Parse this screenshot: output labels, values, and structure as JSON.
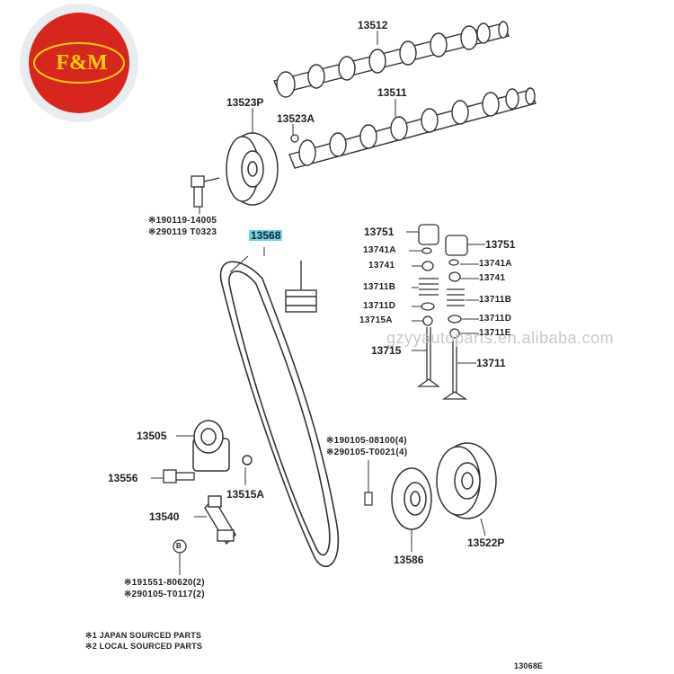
{
  "logo": {
    "text": "F&M"
  },
  "watermark": "gzyyautoparts.en.alibaba.com",
  "parts": {
    "camshaft_1": "13512",
    "camshaft_2": "13511",
    "cam_pulley": "13523P",
    "cam_pin": "13523A",
    "bolt_a": "※190119-14005",
    "bolt_b": "※290119 T0323",
    "timing_belt": "13568",
    "lifter_left": "13751",
    "lifter_right": "13751",
    "shim_left": "13741A",
    "shim_right": "13741A",
    "retainer_left": "13741",
    "retainer_right": "13741",
    "spring_left": "13711B",
    "spring_right": "13711B",
    "seat_left": "13711D",
    "seat_right": "13711D",
    "seal_left": "13715A",
    "seal_right": "13711E",
    "valve_left": "13715",
    "valve_right": "13711",
    "tensioner": "13505",
    "tensioner_bolt": "13556",
    "washer": "13515A",
    "damper": "13540",
    "bolt_c": "※190105-08100(4)",
    "bolt_d": "※290105-T0021(4)",
    "crank_pulley": "13522P",
    "guide": "13586",
    "bolt_e": "※191551-80620(2)",
    "bolt_f": "※290105-T0117(2)",
    "circle_b": "B"
  },
  "notes": {
    "note_1": "※1 JAPAN SOURCED PARTS",
    "note_2": "※2 LOCAL SOURCED PARTS"
  },
  "figure_id": "13068E"
}
